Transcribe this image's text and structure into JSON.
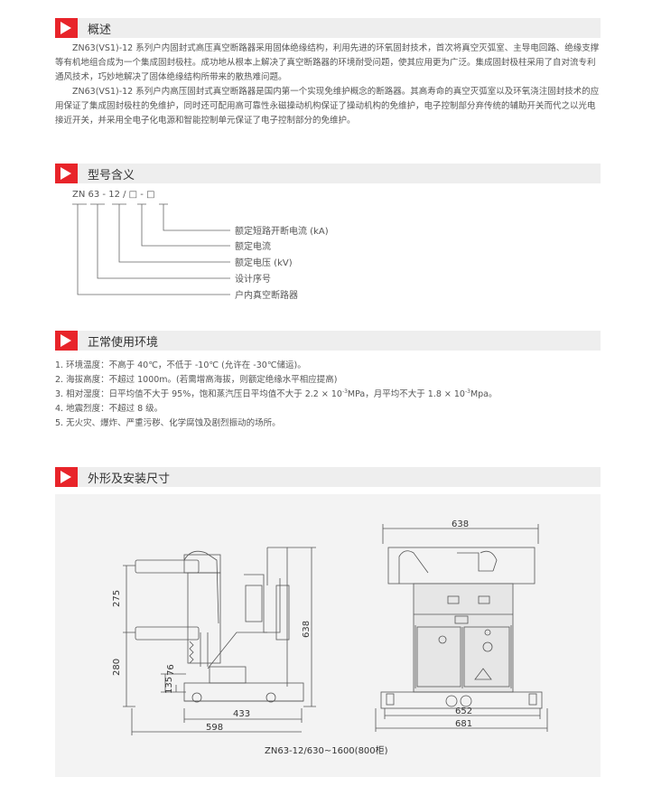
{
  "sections": {
    "overview": {
      "title": "概述"
    },
    "model": {
      "title": "型号含义"
    },
    "environment": {
      "title": "正常使用环境"
    },
    "dimensions": {
      "title": "外形及安装尺寸"
    }
  },
  "overview": {
    "paragraphs": [
      "ZN63(VS1)-12 系列户内固封式高压真空断路器采用固体绝缘结构，利用先进的环氧固封技术，首次将真空灭弧室、主导电回路、绝缘支撑等有机地组合成为一个集成固封极柱。成功地从根本上解决了真空断路器的环境耐受问题，使其应用更为广泛。集成固封极柱采用了自对流专利通风技术，巧妙地解决了固体绝缘结构所带来的散热难问题。",
      "ZN63(VS1)-12 系列户内高压固封式真空断路器是国内第一个实现免维护概念的断路器。其高寿命的真空灭弧室以及环氧浇注固封技术的应用保证了集成固封极柱的免维护，同时还可配用高可靠性永磁操动机构保证了操动机构的免维护，电子控制部分弃传统的辅助开关而代之以光电接近开关，并采用全电子化电源和智能控制单元保证了电子控制部分的免维护。"
    ]
  },
  "model": {
    "code": "ZN  63 - 12 / □ - □",
    "labels": [
      "额定短路开断电流 (kA)",
      "额定电流",
      "额定电压 (kV)",
      "设计序号",
      "户内真空断路器"
    ]
  },
  "environment": {
    "items": [
      {
        "text": "1.  环境温度：不高于 40℃，不低于 -10℃ (允许在 -30℃储运)。"
      },
      {
        "text": "2.  海拔高度：不超过 1000m。(若需增高海拔，则额定绝缘水平相应提高)"
      },
      {
        "prefix": "3.  相对湿度：日平均值不大于 95%，饱和蒸汽压日平均值不大于 2.2 × 10",
        "exp1": "-3",
        "mid": "MPa，月平均不大于 1.8 × 10",
        "exp2": "-3",
        "suffix": "Mpa。"
      },
      {
        "text": "4.  地震烈度：不超过 8 级。"
      },
      {
        "text": "5.  无火灾、爆炸、严重污秽、化学腐蚀及剧烈振动的场所。"
      }
    ]
  },
  "dimensions": {
    "caption": "ZN63-12/630~1600(800柜)",
    "side": {
      "d275": "275",
      "d280": "280",
      "d76": "76",
      "d135": "135",
      "d638": "638",
      "d433": "433",
      "d598": "598"
    },
    "front": {
      "d638": "638",
      "d652": "652",
      "d681": "681"
    }
  },
  "colors": {
    "accent": "#e8242a",
    "header_bg": "#eeeeee",
    "diagram_bg": "#f3f3f3",
    "panel": "#e6e6e6"
  }
}
